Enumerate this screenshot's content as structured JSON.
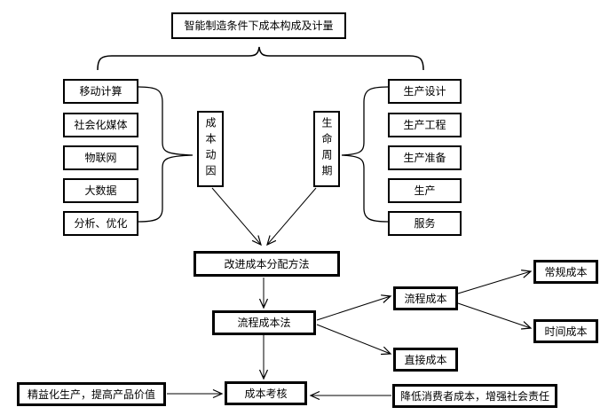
{
  "diagram": {
    "title": "智能制造条件下成本构成及计量",
    "left_column": {
      "items": [
        "移动计算",
        "社会化媒体",
        "物联网",
        "大数据",
        "分析、优化"
      ]
    },
    "hubs": {
      "cost_driver": "成本动因",
      "life_cycle": "生命周期"
    },
    "right_column": {
      "items": [
        "生产设计",
        "生产工程",
        "生产准备",
        "生产",
        "服务"
      ]
    },
    "flow": {
      "improve_method": "改进成本分配方法",
      "process_costing_method": "流程成本法",
      "process_cost": "流程成本",
      "direct_cost": "直接成本",
      "regular_cost": "常规成本",
      "time_cost": "时间成本",
      "cost_assessment": "成本考核",
      "lean_production": "精益化生产，提高产品价值",
      "reduce_consumer_cost": "降低消费者成本，增强社会责任"
    },
    "colors": {
      "line": "#000000",
      "brace": "#666666",
      "box_border": "#000000",
      "background": "#ffffff"
    }
  }
}
